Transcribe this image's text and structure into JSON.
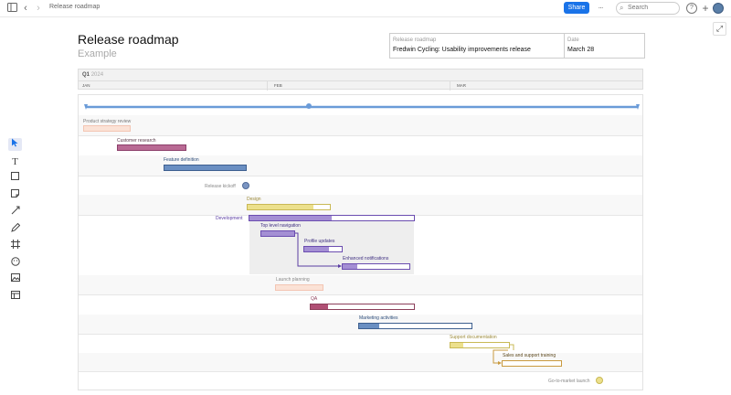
{
  "window": {
    "title": "Release roadmap"
  },
  "toolbar": {
    "share_label": "Share",
    "search_placeholder": "Search",
    "more_label": "···",
    "help_label": "?",
    "add_label": "+"
  },
  "document": {
    "title": "Release roadmap",
    "subtitle": "Example",
    "info": [
      {
        "label": "Release roadmap",
        "value": "Fredwin Cycling: Usability improvements release"
      },
      {
        "label": "Date",
        "value": "March 28"
      }
    ]
  },
  "timeline": {
    "quarter": "Q1",
    "quarter_sub": "2024",
    "months": [
      "JAN",
      "FEB",
      "MAR"
    ]
  },
  "tasks": [
    {
      "name": "Product strategy review",
      "color": "#f6c8b8",
      "fill": 1.0,
      "type": "bar"
    },
    {
      "name": "Customer research",
      "color": "#b96a94",
      "fill": 1.0,
      "type": "bar"
    },
    {
      "name": "Feature definition",
      "color": "#6a8fc2",
      "fill": 1.0,
      "type": "bar"
    },
    {
      "name": "Release kickoff",
      "color": "#7b95c2",
      "type": "milestone"
    },
    {
      "name": "Design",
      "color": "#e6d77a",
      "fill": 0.8,
      "type": "bar"
    },
    {
      "name": "Development",
      "color": "#8d6fc4",
      "fill": 0.5,
      "type": "bar"
    },
    {
      "name": "Top level navigation",
      "color": "#8d6fc4",
      "fill": 1.0,
      "type": "bar"
    },
    {
      "name": "Profile updates",
      "color": "#8d6fc4",
      "fill": 0.65,
      "type": "bar"
    },
    {
      "name": "Enhanced notifications",
      "color": "#8d6fc4",
      "fill": 0.22,
      "type": "bar"
    },
    {
      "name": "Launch planning",
      "color": "#f6c8b8",
      "fill": 1.0,
      "type": "bar"
    },
    {
      "name": "QA",
      "color": "#b04f74",
      "fill": 0.2,
      "type": "bar"
    },
    {
      "name": "Marketing activities",
      "color": "#5a83b8",
      "fill": 0.18,
      "type": "bar"
    },
    {
      "name": "Support documentation",
      "color": "#e8d777",
      "fill": 0.22,
      "type": "bar"
    },
    {
      "name": "Sales and support training",
      "color": "#c99a3f",
      "fill": 0.0,
      "type": "bar"
    },
    {
      "name": "Go-to-market launch",
      "color": "#e6d77a",
      "type": "milestone"
    }
  ],
  "icons": {
    "sidebar": "sidebar-toggle-icon",
    "back": "chevron-left-icon",
    "forward": "chevron-right-icon",
    "search": "search-icon",
    "help": "help-icon",
    "add": "plus-icon",
    "expand": "expand-icon"
  }
}
